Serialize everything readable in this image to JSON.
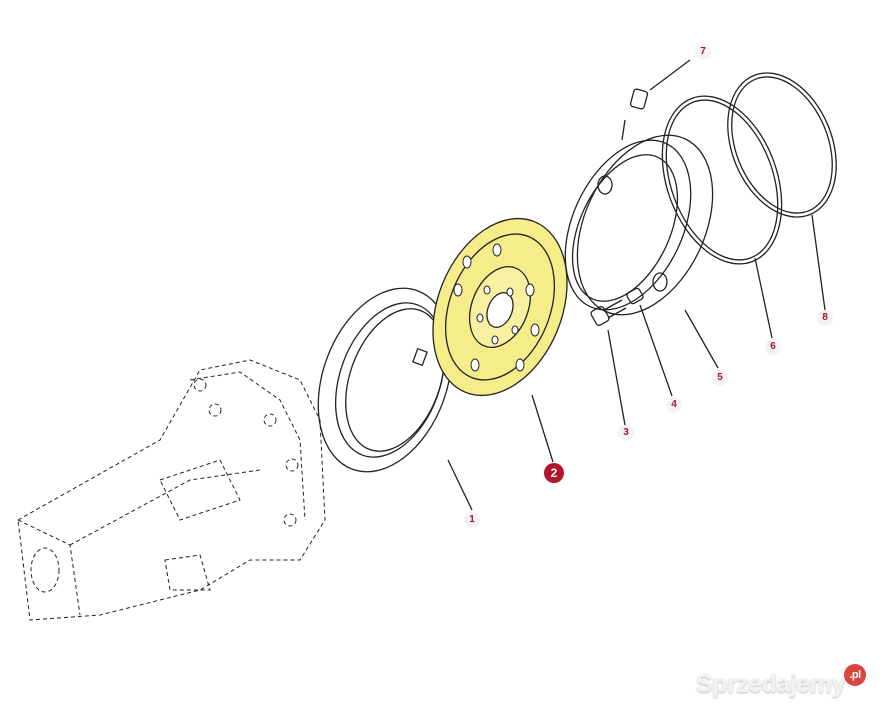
{
  "diagram": {
    "callouts": [
      {
        "label": "1",
        "part": "bearing-housing-ring"
      },
      {
        "label": "2",
        "part": "friction-disc",
        "highlighted": true
      },
      {
        "label": "3",
        "part": "bolt"
      },
      {
        "label": "4",
        "part": "bushing"
      },
      {
        "label": "5",
        "part": "piston-plate"
      },
      {
        "label": "6",
        "part": "seal-ring-inner"
      },
      {
        "label": "7",
        "part": "pin"
      },
      {
        "label": "8",
        "part": "seal-ring-outer"
      }
    ],
    "colors": {
      "highlight": "#f5ec8a",
      "callout_active": "#b3152b",
      "callout_text": "#a8162a"
    }
  },
  "watermark": {
    "brand": "Sprzedajemy",
    "suffix": ".pl"
  }
}
